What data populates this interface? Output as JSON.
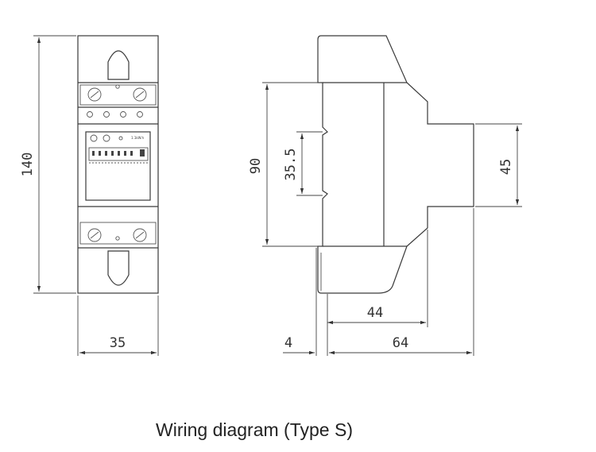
{
  "caption": "Wiring diagram (Type S)",
  "front_view": {
    "height_label": "140",
    "width_label": "35",
    "display_label": "1.1kW.h"
  },
  "side_view": {
    "rail_height_label": "90",
    "rail_slot_label": "35.5",
    "step_height_label": "45",
    "depth_label": "44",
    "rail_offset_label": "4",
    "total_depth_label": "64"
  }
}
